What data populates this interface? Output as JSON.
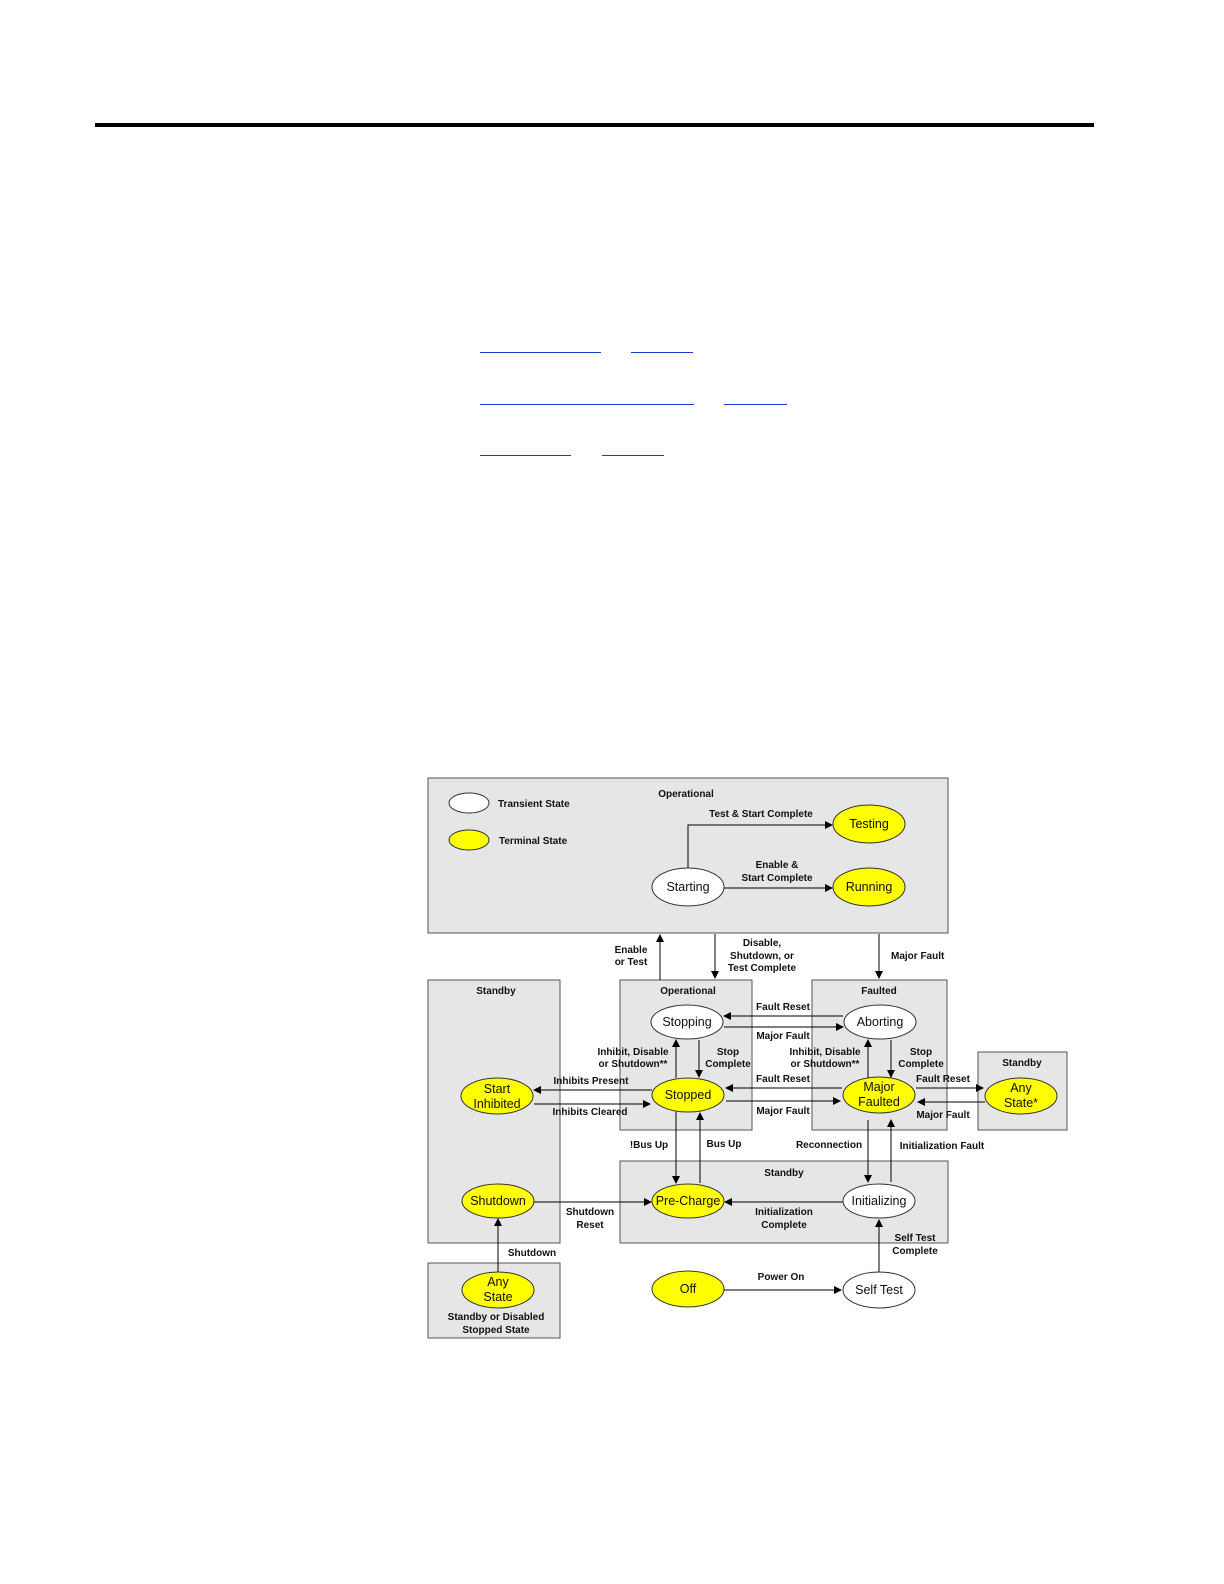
{
  "colors": {
    "terminal_fill": "#ffff00",
    "transient_fill": "#ffffff",
    "box_fill": "#e6e6e6",
    "link": "#1a3ad6"
  },
  "legend": {
    "transient": "Transient State",
    "terminal": "Terminal State"
  },
  "boxes": {
    "operational_top": "Operational",
    "standby_left": "Standby",
    "operational_mid": "Operational",
    "faulted": "Faulted",
    "standby_right": "Standby",
    "standby_bottom": "Standby",
    "any_state_box_line1": "Standby or Disabled",
    "any_state_box_line2": "Stopped State"
  },
  "states": {
    "testing": "Testing",
    "starting": "Starting",
    "running": "Running",
    "stopping": "Stopping",
    "aborting": "Aborting",
    "start_inhibited_1": "Start",
    "start_inhibited_2": "Inhibited",
    "stopped": "Stopped",
    "major_faulted_1": "Major",
    "major_faulted_2": "Faulted",
    "any_state_right_1": "Any",
    "any_state_right_2": "State*",
    "shutdown": "Shutdown",
    "pre_charge": "Pre-Charge",
    "initializing": "Initializing",
    "any_state_bottom_1": "Any",
    "any_state_bottom_2": "State",
    "off": "Off",
    "self_test": "Self Test"
  },
  "transitions": {
    "test_start_complete": "Test & Start Complete",
    "enable_start_complete_1": "Enable &",
    "enable_start_complete_2": "Start Complete",
    "enable_or_test_1": "Enable",
    "enable_or_test_2": "or Test",
    "disable_1": "Disable,",
    "disable_2": "Shutdown, or",
    "disable_3": "Test Complete",
    "major_fault_top": "Major Fault",
    "fault_reset_1": "Fault Reset",
    "major_fault_1": "Major Fault",
    "inhibit_left_1": "Inhibit, Disable",
    "inhibit_left_2": "or Shutdown**",
    "stop_complete_left_1": "Stop",
    "stop_complete_left_2": "Complete",
    "inhibit_right_1": "Inhibit, Disable",
    "inhibit_right_2": "or Shutdown**",
    "stop_complete_right_1": "Stop",
    "stop_complete_right_2": "Complete",
    "inhibits_present": "Inhibits Present",
    "inhibits_cleared": "Inhibits Cleared",
    "fault_reset_2": "Fault Reset",
    "major_fault_2": "Major Fault",
    "fault_reset_3": "Fault Reset",
    "major_fault_3": "Major Fault",
    "not_bus_up": "!Bus Up",
    "bus_up": "Bus Up",
    "reconnection": "Reconnection",
    "initialization_fault": "Initialization Fault",
    "shutdown_reset_1": "Shutdown",
    "shutdown_reset_2": "Reset",
    "initialization_complete_1": "Initialization",
    "initialization_complete_2": "Complete",
    "self_test_complete_1": "Self Test",
    "self_test_complete_2": "Complete",
    "shutdown_edge": "Shutdown",
    "power_on": "Power On"
  }
}
